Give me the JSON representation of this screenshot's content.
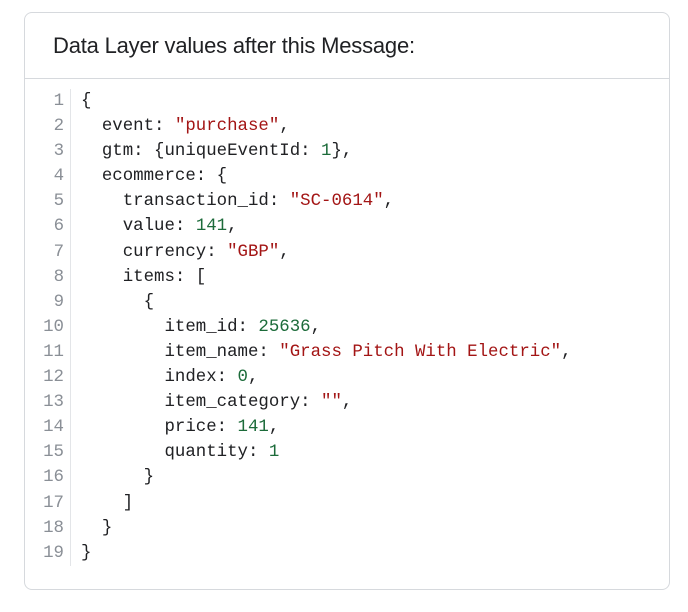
{
  "panel": {
    "title": "Data Layer values after this Message:"
  },
  "code": {
    "line_numbers": [
      "1",
      "2",
      "3",
      "4",
      "5",
      "6",
      "7",
      "8",
      "9",
      "10",
      "11",
      "12",
      "13",
      "14",
      "15",
      "16",
      "17",
      "18",
      "19"
    ],
    "lines": [
      [
        {
          "t": "{",
          "c": "p"
        }
      ],
      [
        {
          "t": "  event: ",
          "c": "p"
        },
        {
          "t": "\"purchase\"",
          "c": "s"
        },
        {
          "t": ",",
          "c": "p"
        }
      ],
      [
        {
          "t": "  gtm: {uniqueEventId: ",
          "c": "p"
        },
        {
          "t": "1",
          "c": "n"
        },
        {
          "t": "},",
          "c": "p"
        }
      ],
      [
        {
          "t": "  ecommerce: {",
          "c": "p"
        }
      ],
      [
        {
          "t": "    transaction_id: ",
          "c": "p"
        },
        {
          "t": "\"SC-0614\"",
          "c": "s"
        },
        {
          "t": ",",
          "c": "p"
        }
      ],
      [
        {
          "t": "    value: ",
          "c": "p"
        },
        {
          "t": "141",
          "c": "n"
        },
        {
          "t": ",",
          "c": "p"
        }
      ],
      [
        {
          "t": "    currency: ",
          "c": "p"
        },
        {
          "t": "\"GBP\"",
          "c": "s"
        },
        {
          "t": ",",
          "c": "p"
        }
      ],
      [
        {
          "t": "    items: [",
          "c": "p"
        }
      ],
      [
        {
          "t": "      {",
          "c": "p"
        }
      ],
      [
        {
          "t": "        item_id: ",
          "c": "p"
        },
        {
          "t": "25636",
          "c": "n"
        },
        {
          "t": ",",
          "c": "p"
        }
      ],
      [
        {
          "t": "        item_name: ",
          "c": "p"
        },
        {
          "t": "\"Grass Pitch With Electric\"",
          "c": "s"
        },
        {
          "t": ",",
          "c": "p"
        }
      ],
      [
        {
          "t": "        index: ",
          "c": "p"
        },
        {
          "t": "0",
          "c": "n"
        },
        {
          "t": ",",
          "c": "p"
        }
      ],
      [
        {
          "t": "        item_category: ",
          "c": "p"
        },
        {
          "t": "\"\"",
          "c": "s"
        },
        {
          "t": ",",
          "c": "p"
        }
      ],
      [
        {
          "t": "        price: ",
          "c": "p"
        },
        {
          "t": "141",
          "c": "n"
        },
        {
          "t": ",",
          "c": "p"
        }
      ],
      [
        {
          "t": "        quantity: ",
          "c": "p"
        },
        {
          "t": "1",
          "c": "n"
        }
      ],
      [
        {
          "t": "      }",
          "c": "p"
        }
      ],
      [
        {
          "t": "    ]",
          "c": "p"
        }
      ],
      [
        {
          "t": "  }",
          "c": "p"
        }
      ],
      [
        {
          "t": "}",
          "c": "p"
        }
      ]
    ]
  },
  "colors": {
    "string": "#a31515",
    "number": "#1c6b3a",
    "plain": "#202124",
    "line_number": "#8a8f96"
  }
}
